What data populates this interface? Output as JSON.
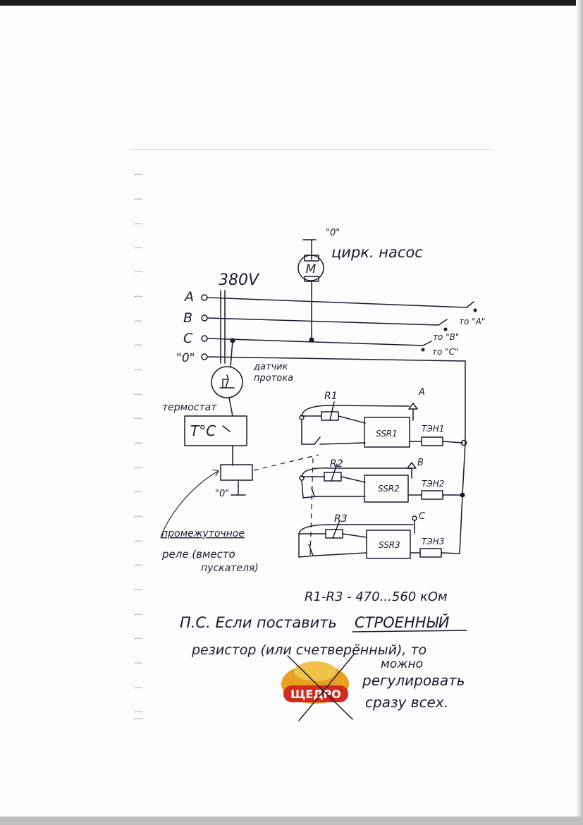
{
  "diagram": {
    "supply": {
      "label": "380V"
    },
    "phases": [
      "A",
      "B",
      "C",
      "\"0\""
    ],
    "pump": {
      "label": "цирк. насос",
      "motor": "M",
      "top_terminal": "\"0\""
    },
    "outputs": [
      "то \"A\"",
      "то \"B\"",
      "то \"C\""
    ],
    "flow_sensor": {
      "label_line1": "датчик",
      "label_line2": "протока"
    },
    "thermostat": {
      "label": "термостат",
      "symbol": "T°C"
    },
    "relay": {
      "ground": "\"0\"",
      "label_line1": "промежуточное",
      "label_line2": "реле (вместо",
      "label_line3": "пускателя)"
    },
    "channels": [
      {
        "resistor": "R1",
        "ssr": "SSR1",
        "heater": "ТЭН1",
        "phase": "A"
      },
      {
        "resistor": "R2",
        "ssr": "SSR2",
        "heater": "ТЭН2",
        "phase": "B"
      },
      {
        "resistor": "R3",
        "ssr": "SSR3",
        "heater": "ТЭН3",
        "phase": "C"
      }
    ],
    "resistor_note": "R1-R3 - 470...560 кОм",
    "ps": {
      "line1_start": "П.С. Если поставить",
      "line1_underlined": "СТРОЕННЫЙ",
      "line2": "резистор (или счетверённый), то",
      "line3": "можно",
      "line4": "регулировать",
      "line5": "сразу всех."
    },
    "stamp": {
      "brand": "ЩЕДРО"
    }
  }
}
